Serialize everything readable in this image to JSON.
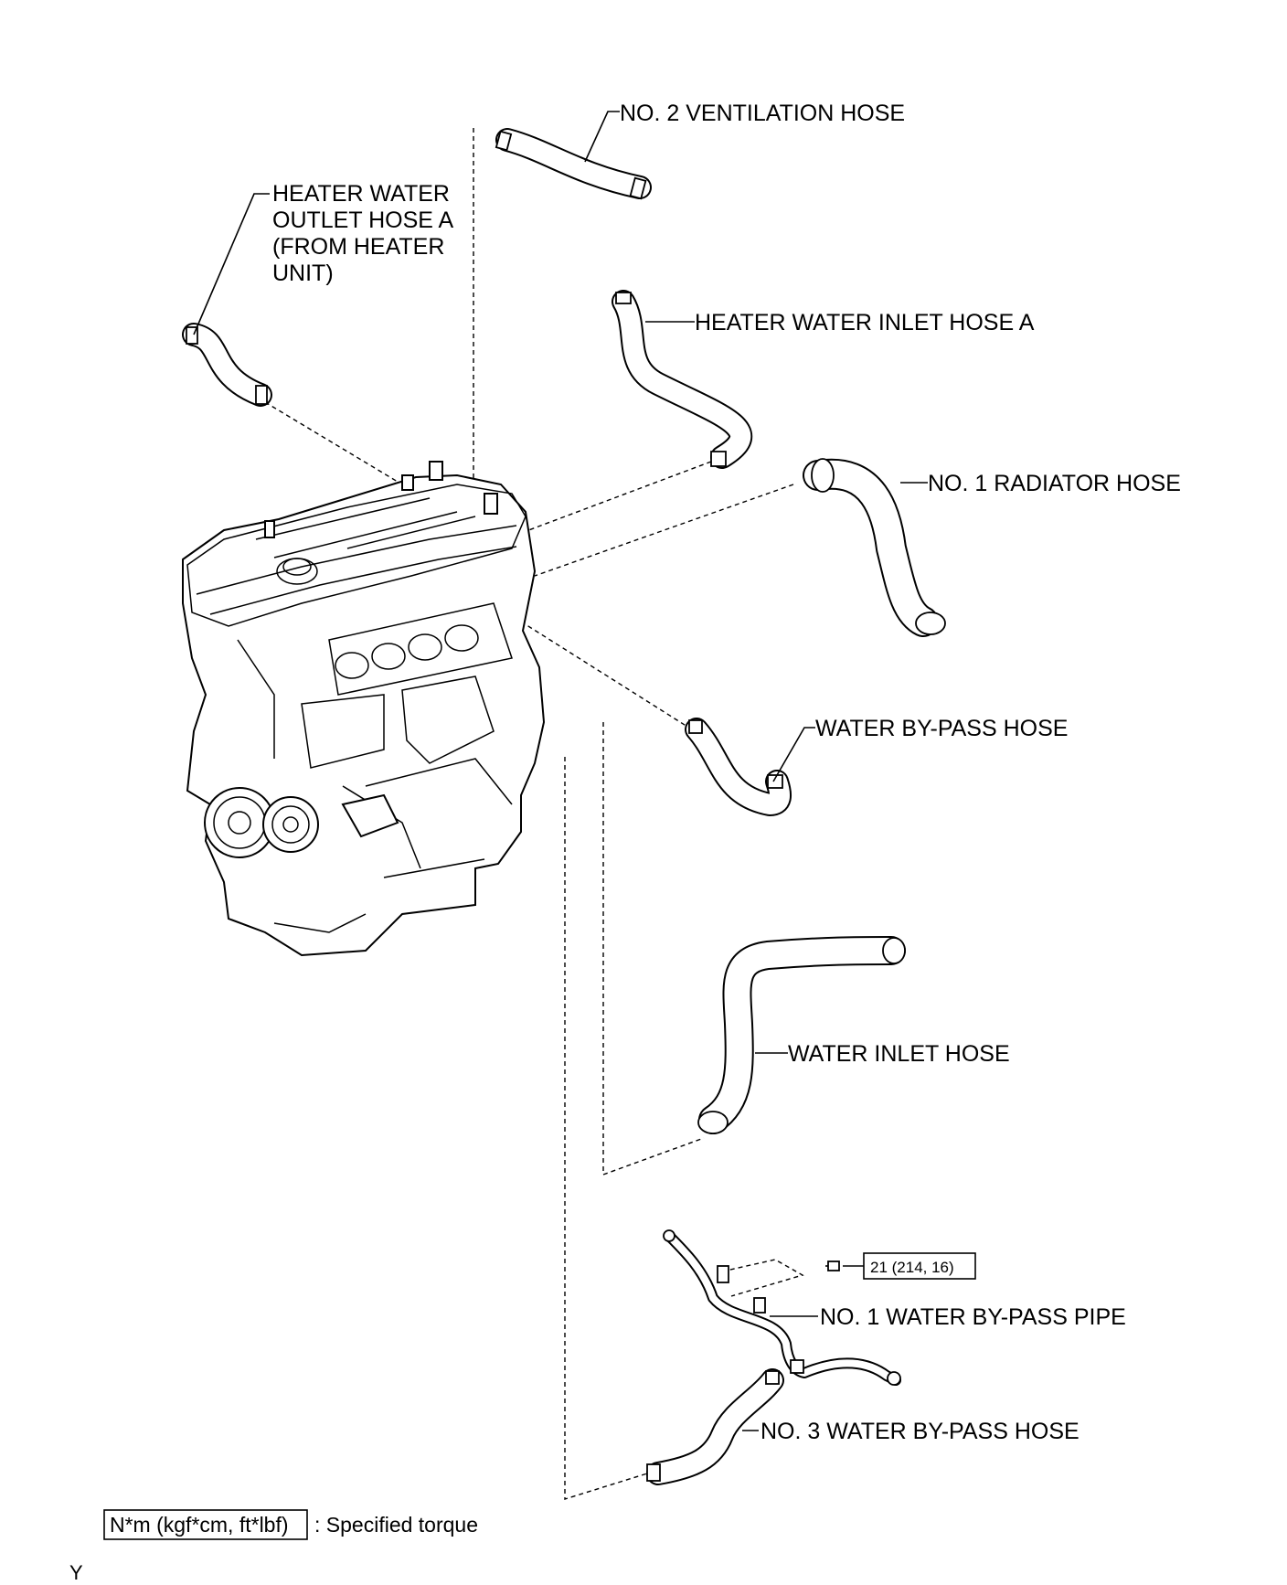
{
  "diagram": {
    "labels": {
      "no2_ventilation_hose": "NO. 2 VENTILATION HOSE",
      "heater_water_outlet_hose_a": [
        "HEATER WATER",
        "OUTLET HOSE A",
        "(FROM HEATER",
        "UNIT)"
      ],
      "heater_water_inlet_hose_a": "HEATER WATER INLET HOSE A",
      "no1_radiator_hose": "NO. 1 RADIATOR HOSE",
      "water_bypass_hose": "WATER BY-PASS HOSE",
      "water_inlet_hose": "WATER INLET HOSE",
      "no1_water_bypass_pipe": "NO. 1 WATER BY-PASS PIPE",
      "no3_water_bypass_hose": "NO. 3 WATER BY-PASS HOSE"
    },
    "torque_value": "21 (214, 16)",
    "legend": {
      "box": "N*m (kgf*cm, ft*lbf)",
      "text": ": Specified torque"
    },
    "corner_mark": "Y"
  }
}
